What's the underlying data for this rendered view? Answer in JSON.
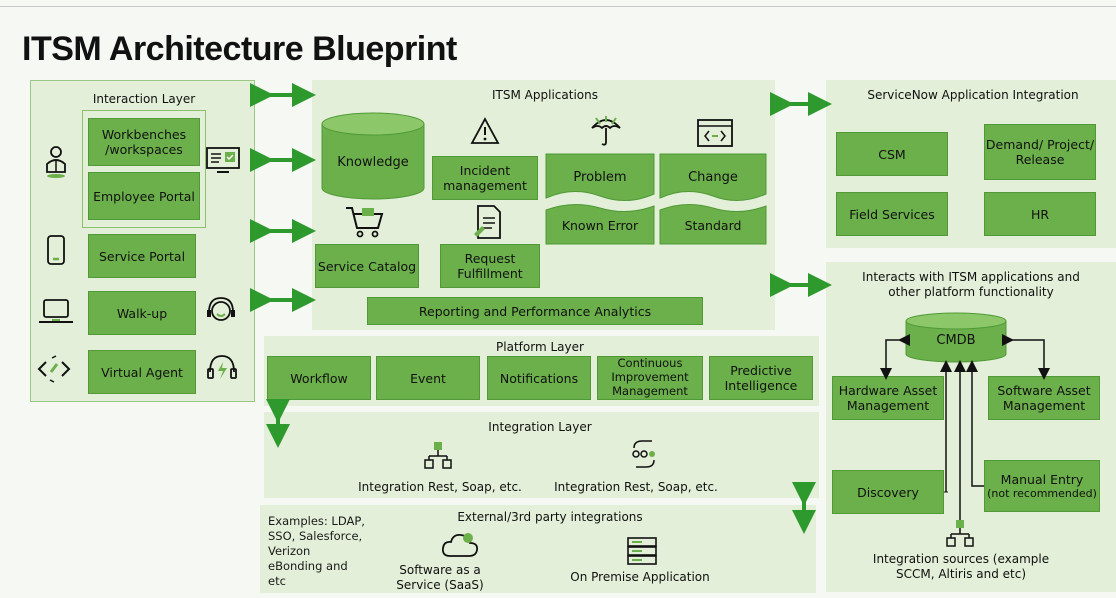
{
  "title": "ITSM Architecture Blueprint",
  "interaction_layer": {
    "header": "Interaction Layer",
    "workbenches": "Workbenches /workspaces",
    "employee_portal": "Employee Portal",
    "service_portal": "Service Portal",
    "walk_up": "Walk-up",
    "virtual_agent": "Virtual Agent"
  },
  "itsm_apps": {
    "header": "ITSM Applications",
    "knowledge": "Knowledge",
    "incident": "Incident management",
    "problem": "Problem",
    "change": "Change",
    "known_error": "Known Error",
    "standard": "Standard",
    "service_catalog": "Service Catalog",
    "request_fulfillment": "Request Fulfillment",
    "reporting": "Reporting and Performance Analytics"
  },
  "snow_integration": {
    "header": "ServiceNow Application Integration",
    "csm": "CSM",
    "demand": "Demand/ Project/ Release",
    "field_services": "Field Services",
    "hr": "HR"
  },
  "cmdb_panel": {
    "header": "Interacts with ITSM applications and other platform functionality",
    "cmdb": "CMDB",
    "hardware": "Hardware Asset Management",
    "software": "Software Asset Management",
    "discovery": "Discovery",
    "manual_entry": "Manual Entry",
    "manual_note": "(not recommended)",
    "sources": "Integration sources (example SCCM, Altiris and etc)"
  },
  "platform_layer": {
    "header": "Platform Layer",
    "workflow": "Workflow",
    "event": "Event",
    "notifications": "Notifications",
    "cim": "Continuous Improvement Management",
    "predictive": "Predictive Intelligence"
  },
  "integration_layer": {
    "header": "Integration Layer",
    "rest1": "Integration Rest, Soap, etc.",
    "rest2": "Integration Rest, Soap, etc."
  },
  "external": {
    "header": "External/3rd party integrations",
    "examples": "Examples: LDAP, SSO, Salesforce, Verizon eBonding and etc",
    "saas": "Software as a Service (SaaS)",
    "on_premise": "On Premise Application"
  },
  "colors": {
    "accent": "#6bb04a",
    "panel": "#e3efd8",
    "arrow": "#2e9a2e"
  }
}
